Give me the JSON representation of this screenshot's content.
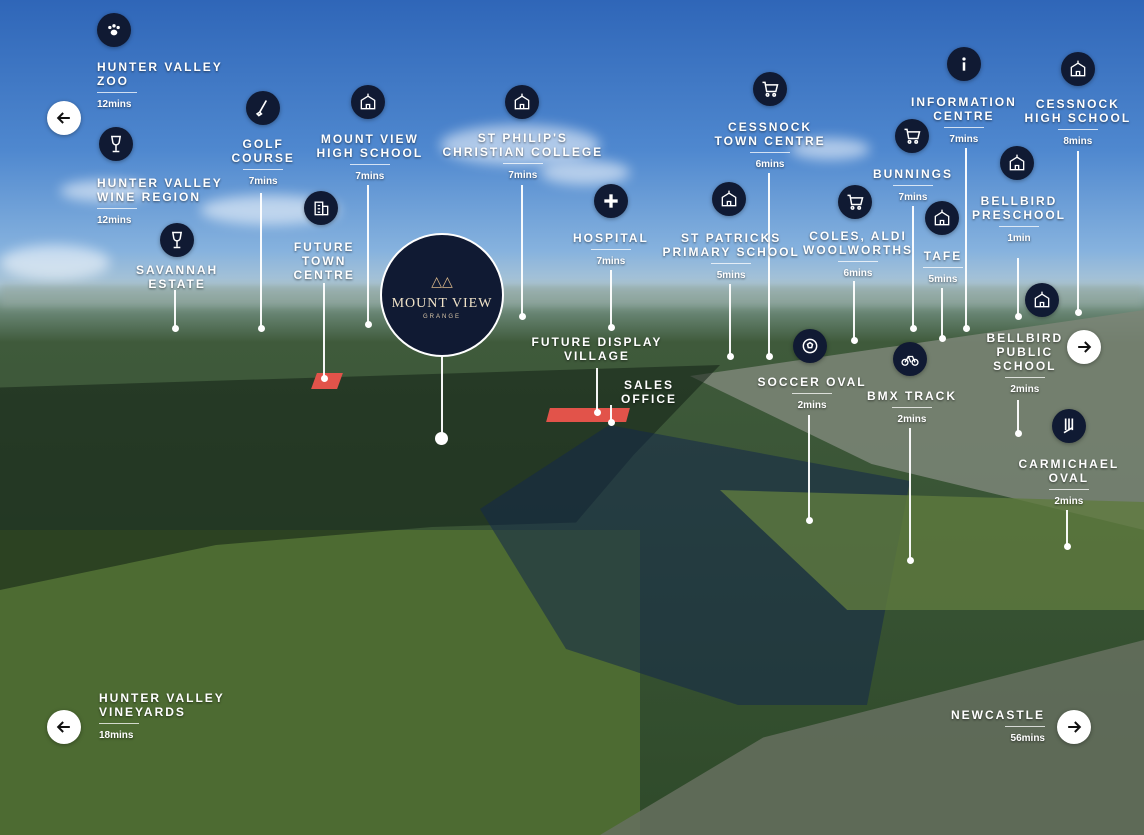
{
  "brand": {
    "name": "MOUNT VIEW",
    "sub": "GRANGE"
  },
  "places": [
    {
      "id": "zoo",
      "lines": [
        "HUNTER VALLEY",
        "ZOO"
      ],
      "time": "12mins",
      "icon": "paw-icon"
    },
    {
      "id": "wine",
      "lines": [
        "HUNTER VALLEY",
        "WINE REGION"
      ],
      "time": "12mins",
      "icon": "wine-glass-icon"
    },
    {
      "id": "savannah",
      "lines": [
        "SAVANNAH",
        "ESTATE"
      ],
      "time": "",
      "icon": "wine-glass-icon"
    },
    {
      "id": "golf",
      "lines": [
        "GOLF",
        "COURSE"
      ],
      "time": "7mins",
      "icon": "golf-club-icon"
    },
    {
      "id": "town-centre",
      "lines": [
        "FUTURE",
        "TOWN",
        "CENTRE"
      ],
      "time": "",
      "icon": "building-icon"
    },
    {
      "id": "mv-high",
      "lines": [
        "MOUNT VIEW",
        "HIGH SCHOOL"
      ],
      "time": "7mins",
      "icon": "school-icon"
    },
    {
      "id": "st-philips",
      "lines": [
        "ST PHILIP'S",
        "CHRISTIAN COLLEGE"
      ],
      "time": "7mins",
      "icon": "school-icon"
    },
    {
      "id": "hospital",
      "lines": [
        "HOSPITAL"
      ],
      "time": "7mins",
      "icon": "plus-icon"
    },
    {
      "id": "st-patricks",
      "lines": [
        "ST PATRICKS",
        "PRIMARY SCHOOL"
      ],
      "time": "5mins",
      "icon": "school-icon"
    },
    {
      "id": "cessnock-town",
      "lines": [
        "CESSNOCK",
        "TOWN CENTRE"
      ],
      "time": "6mins",
      "icon": "shopping-cart-icon"
    },
    {
      "id": "coles",
      "lines": [
        "COLES, ALDI",
        "WOOLWORTHS"
      ],
      "time": "6mins",
      "icon": "shopping-cart-icon"
    },
    {
      "id": "bunnings",
      "lines": [
        "BUNNINGS"
      ],
      "time": "7mins",
      "icon": "shopping-cart-icon"
    },
    {
      "id": "tafe",
      "lines": [
        "TAFE"
      ],
      "time": "5mins",
      "icon": "school-icon"
    },
    {
      "id": "info",
      "lines": [
        "INFORMATION",
        "CENTRE"
      ],
      "time": "7mins",
      "icon": "info-icon"
    },
    {
      "id": "cessnock-high",
      "lines": [
        "CESSNOCK",
        "HIGH SCHOOL"
      ],
      "time": "8mins",
      "icon": "school-icon"
    },
    {
      "id": "bellbird-pre",
      "lines": [
        "BELLBIRD",
        "PRESCHOOL"
      ],
      "time": "1min",
      "icon": "school-icon"
    },
    {
      "id": "bellbird-public",
      "lines": [
        "BELLBIRD",
        "PUBLIC",
        "SCHOOL"
      ],
      "time": "2mins",
      "icon": "school-icon"
    },
    {
      "id": "carmichael",
      "lines": [
        "CARMICHAEL",
        "OVAL"
      ],
      "time": "2mins",
      "icon": "cricket-icon"
    },
    {
      "id": "soccer",
      "lines": [
        "SOCCER OVAL"
      ],
      "time": "2mins",
      "icon": "soccer-ball-icon"
    },
    {
      "id": "bmx",
      "lines": [
        "BMX TRACK"
      ],
      "time": "2mins",
      "icon": "bicycle-icon"
    },
    {
      "id": "display",
      "lines": [
        "FUTURE DISPLAY",
        "VILLAGE"
      ],
      "time": "",
      "icon": ""
    },
    {
      "id": "sales",
      "lines": [
        "SALES",
        "OFFICE"
      ],
      "time": "",
      "icon": ""
    },
    {
      "id": "vineyards",
      "lines": [
        "HUNTER VALLEY",
        "VINEYARDS"
      ],
      "time": "18mins",
      "icon": ""
    },
    {
      "id": "newcastle",
      "lines": [
        "NEWCASTLE"
      ],
      "time": "56mins",
      "icon": ""
    }
  ]
}
